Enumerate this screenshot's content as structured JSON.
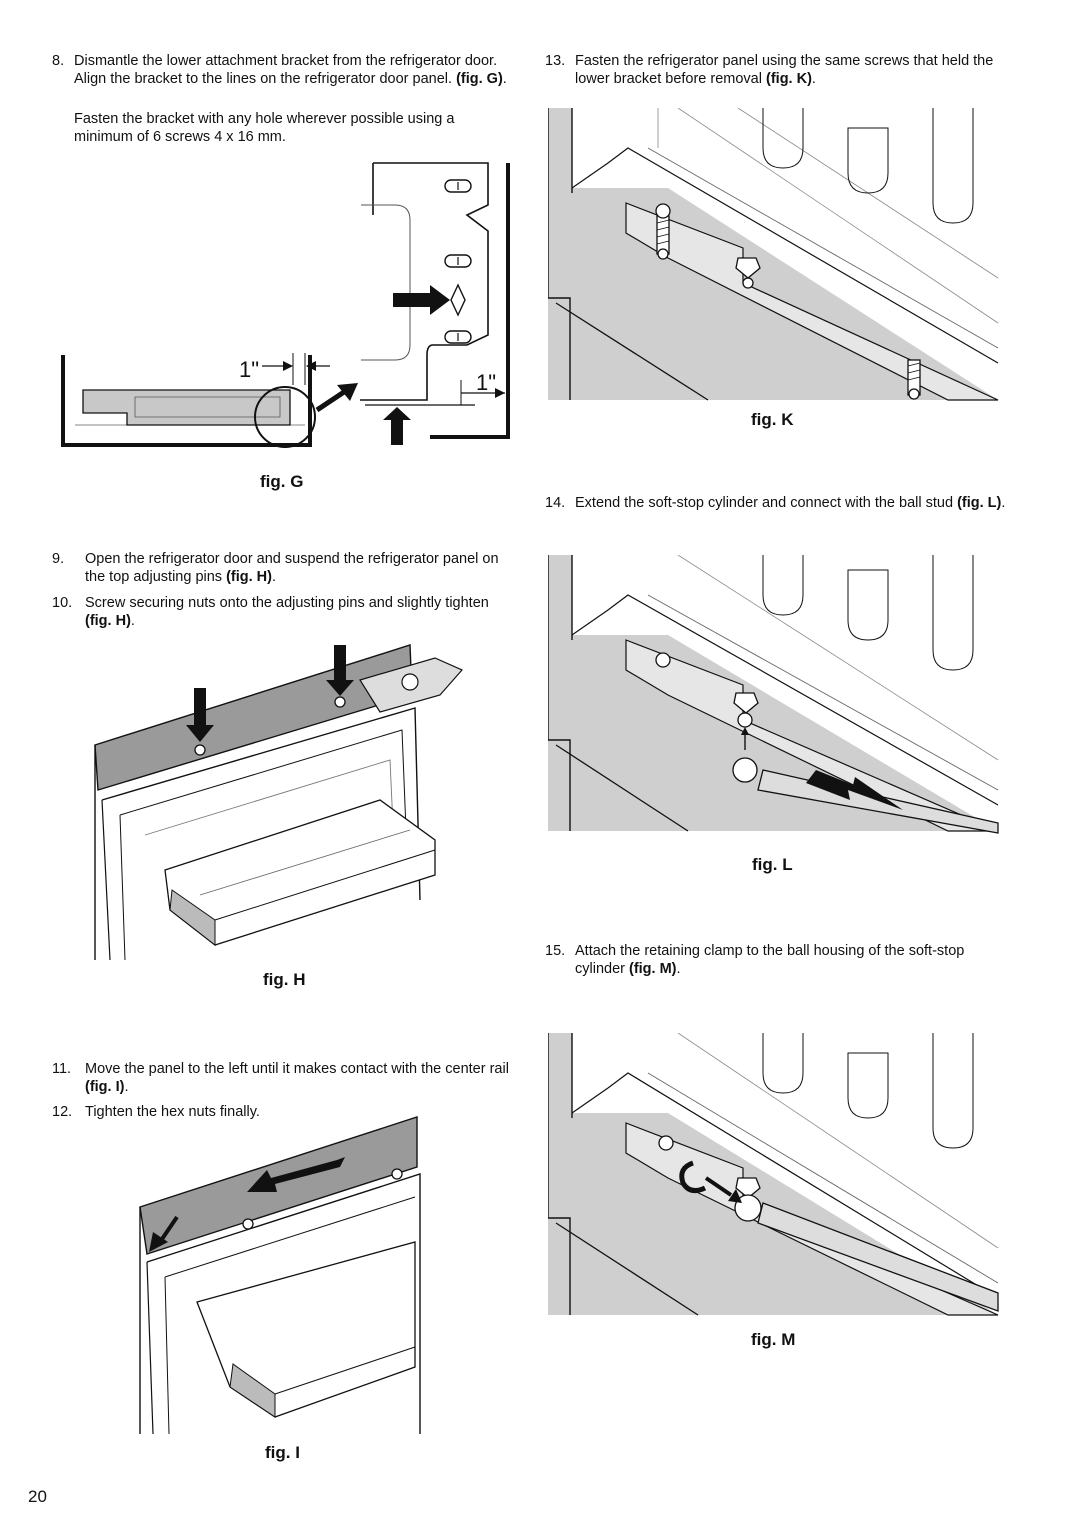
{
  "page_number": "20",
  "steps": {
    "s8": {
      "num": "8.",
      "text": "Dismantle the lower attachment bracket from the refrigerator door. Align the bracket to the lines on the refrigerator door panel.",
      "ref": "(fig. G)",
      "tail": "."
    },
    "s8_note": {
      "text": "Fasten the bracket with any hole wherever possible using a minimum of 6 screws 4 x 16 mm."
    },
    "s9": {
      "num": "9.",
      "text": "Open the refrigerator door and suspend the refrigerator panel on the top adjusting pins",
      "ref": "(fig. H)",
      "tail": "."
    },
    "s10": {
      "num": "10.",
      "text": "Screw securing nuts onto the adjusting pins and slightly tighten",
      "ref": "(fig. H)",
      "tail": "."
    },
    "s11": {
      "num": "11.",
      "text": "Move the panel to the left until it makes contact with the center rail",
      "ref": "(fig. I)",
      "tail": "."
    },
    "s12": {
      "num": "12.",
      "text": "Tighten the hex nuts finally."
    },
    "s13": {
      "num": "13.",
      "text": "Fasten the refrigerator panel using the same screws that held the lower bracket before removal",
      "ref": "(fig. K)",
      "tail": "."
    },
    "s14": {
      "num": "14.",
      "text": "Extend the soft-stop cylinder and connect with the ball stud",
      "ref": "(fig. L)",
      "tail": "."
    },
    "s15": {
      "num": "15.",
      "text": "Attach the retaining clamp to the ball housing of the soft-stop cylinder",
      "ref": "(fig. M)",
      "tail": "."
    }
  },
  "figures": {
    "g": {
      "caption": "fig. G",
      "dim_left": "1\"",
      "dim_right": "1\""
    },
    "h": {
      "caption": "fig. H"
    },
    "i": {
      "caption": "fig. I"
    },
    "k": {
      "caption": "fig. K"
    },
    "l": {
      "caption": "fig. L"
    },
    "m": {
      "caption": "fig. M"
    }
  }
}
